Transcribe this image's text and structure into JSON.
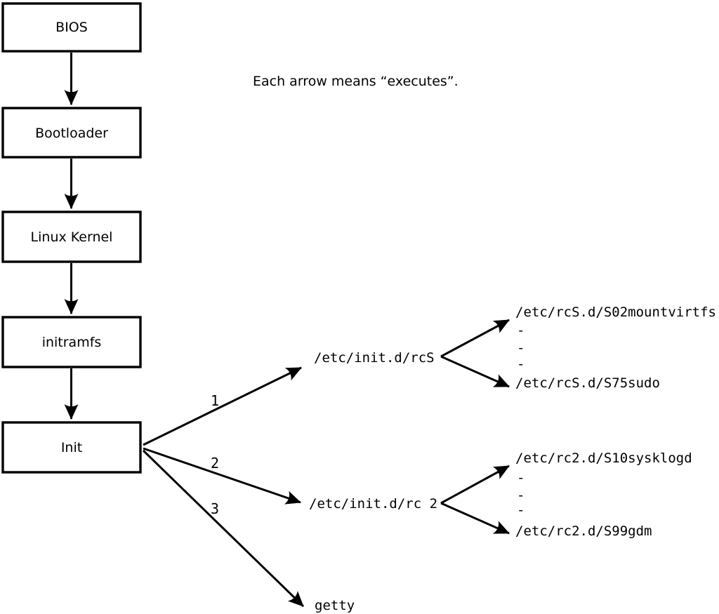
{
  "annotation": {
    "text": "Each arrow means “executes”."
  },
  "flow_boxes": [
    {
      "label": "BIOS"
    },
    {
      "label": "Bootloader"
    },
    {
      "label": "Linux Kernel"
    },
    {
      "label": "initramfs"
    },
    {
      "label": "Init"
    }
  ],
  "init_branches": [
    {
      "order": "1",
      "target": "/etc/init.d/rcS"
    },
    {
      "order": "2",
      "target": "/etc/init.d/rc 2"
    },
    {
      "order": "3",
      "target": "getty"
    }
  ],
  "rcS_dir": {
    "first_script": "/etc/rcS.d/S02mountvirtfs",
    "ellipsis": [
      "-",
      "-",
      "-"
    ],
    "last_script": "/etc/rcS.d/S75sudo"
  },
  "rc2_dir": {
    "first_script": "/etc/rc2.d/S10sysklogd",
    "ellipsis": [
      "-",
      "-",
      "-"
    ],
    "last_script": "/etc/rc2.d/S99gdm"
  },
  "colors": {
    "ink": "#000000",
    "background": "#ffffff"
  }
}
